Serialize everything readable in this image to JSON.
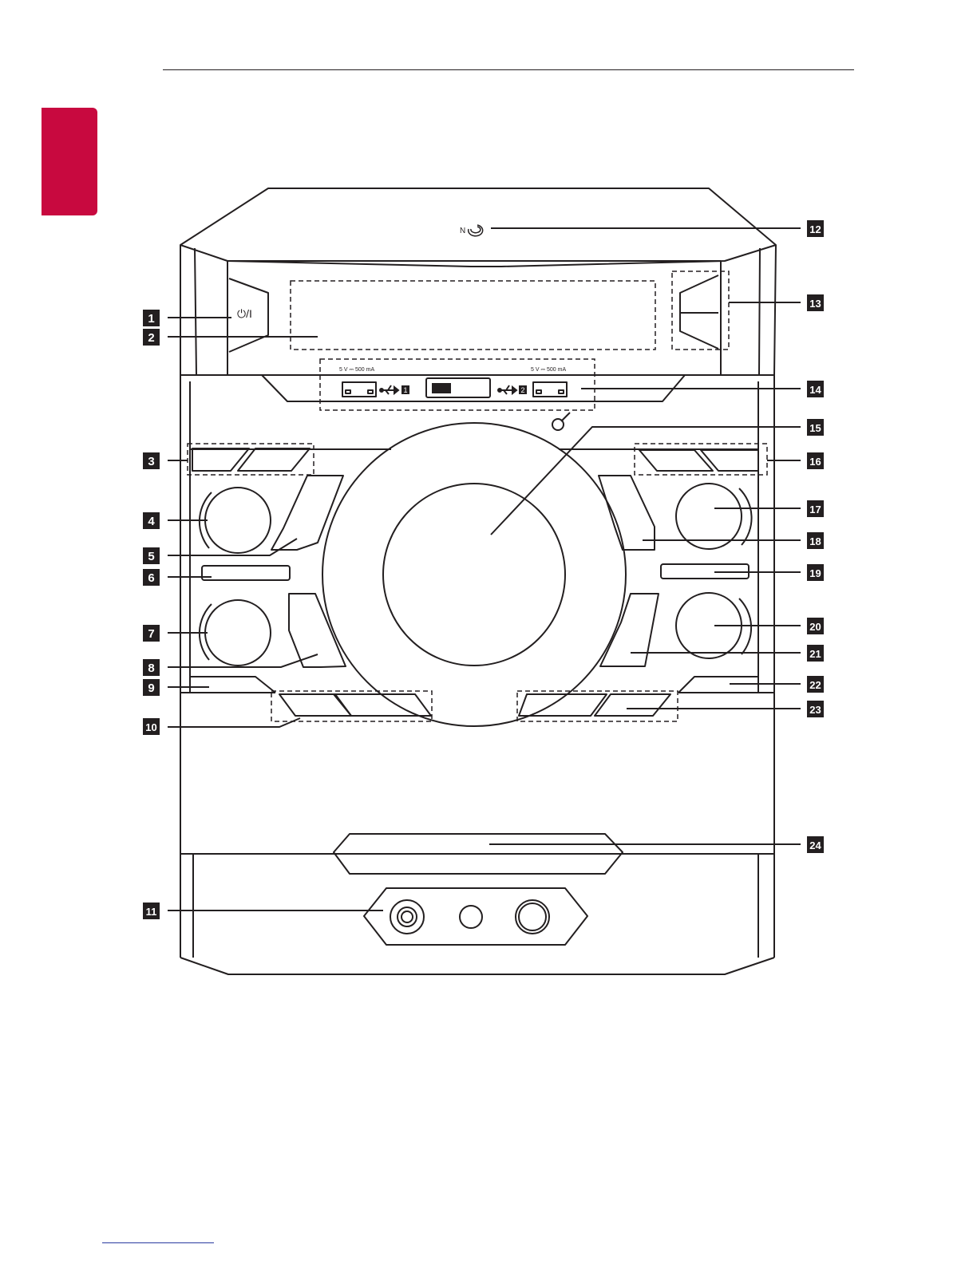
{
  "device": {
    "power_symbol": "⏻/I",
    "usb_port_1_rating": "5 V ⎓ 500 mA",
    "usb_port_2_rating": "5 V ⎓ 500 mA",
    "usb_port_1_number": "1",
    "usb_port_2_number": "2",
    "nfc_mark": "N"
  },
  "callouts": [
    "1",
    "2",
    "3",
    "4",
    "5",
    "6",
    "7",
    "8",
    "9",
    "10",
    "11",
    "12",
    "13",
    "14",
    "15",
    "16",
    "17",
    "18",
    "19",
    "20",
    "21",
    "22",
    "23",
    "24"
  ],
  "colors": {
    "accent": "#c8093f",
    "line": "#231f20"
  }
}
